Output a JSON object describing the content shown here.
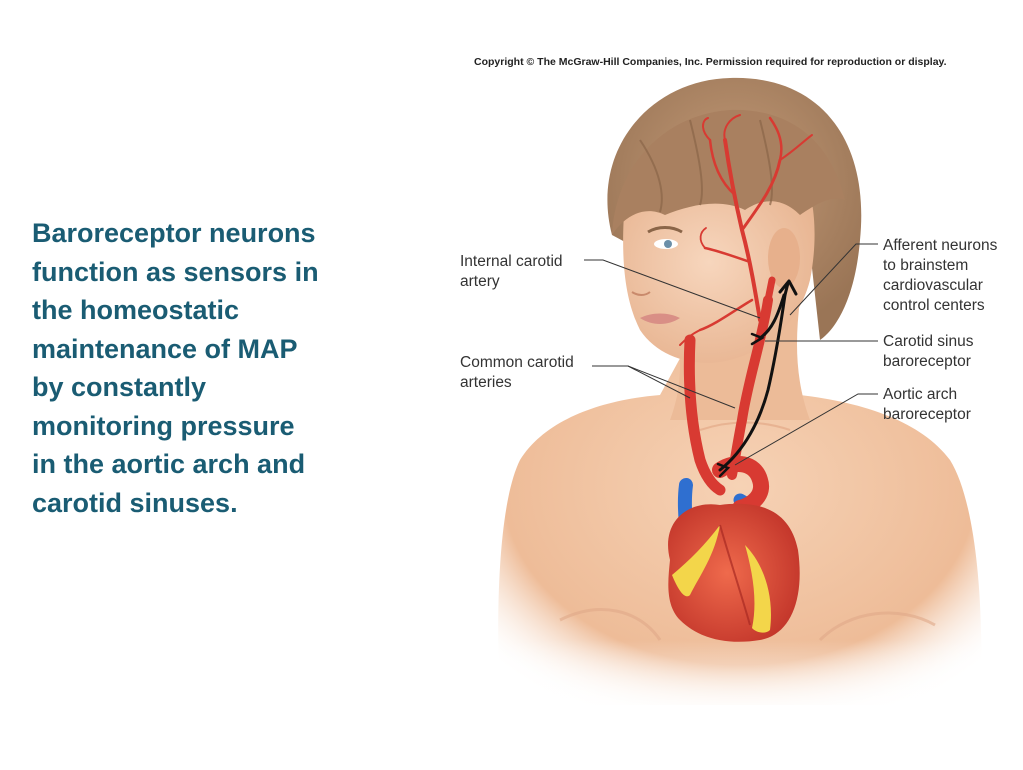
{
  "slide": {
    "body_text": "Baroreceptor neurons\nfunction as sensors in\nthe homeostatic\nmaintenance of MAP\nby constantly\nmonitoring pressure\nin the aortic arch and\ncarotid sinuses.",
    "text_color": "#1a5c73"
  },
  "figure": {
    "copyright": "Copyright © The McGraw-Hill Companies, Inc. Permission required for reproduction or display.",
    "labels": {
      "internal_carotid": "Internal carotid\nartery",
      "common_carotid": "Common carotid\narteries",
      "afferent_neurons": "Afferent neurons\nto brainstem\ncardiovascular\ncontrol centers",
      "carotid_sinus": "Carotid sinus\nbaroreceptor",
      "aortic_arch": "Aortic arch\nbaroreceptor"
    },
    "colors": {
      "skin": "#f2c7a6",
      "hair": "#b38a68",
      "artery": "#d83a32",
      "vein": "#2f6fd0",
      "fat": "#f3d64a",
      "nerve": "#111111"
    }
  }
}
